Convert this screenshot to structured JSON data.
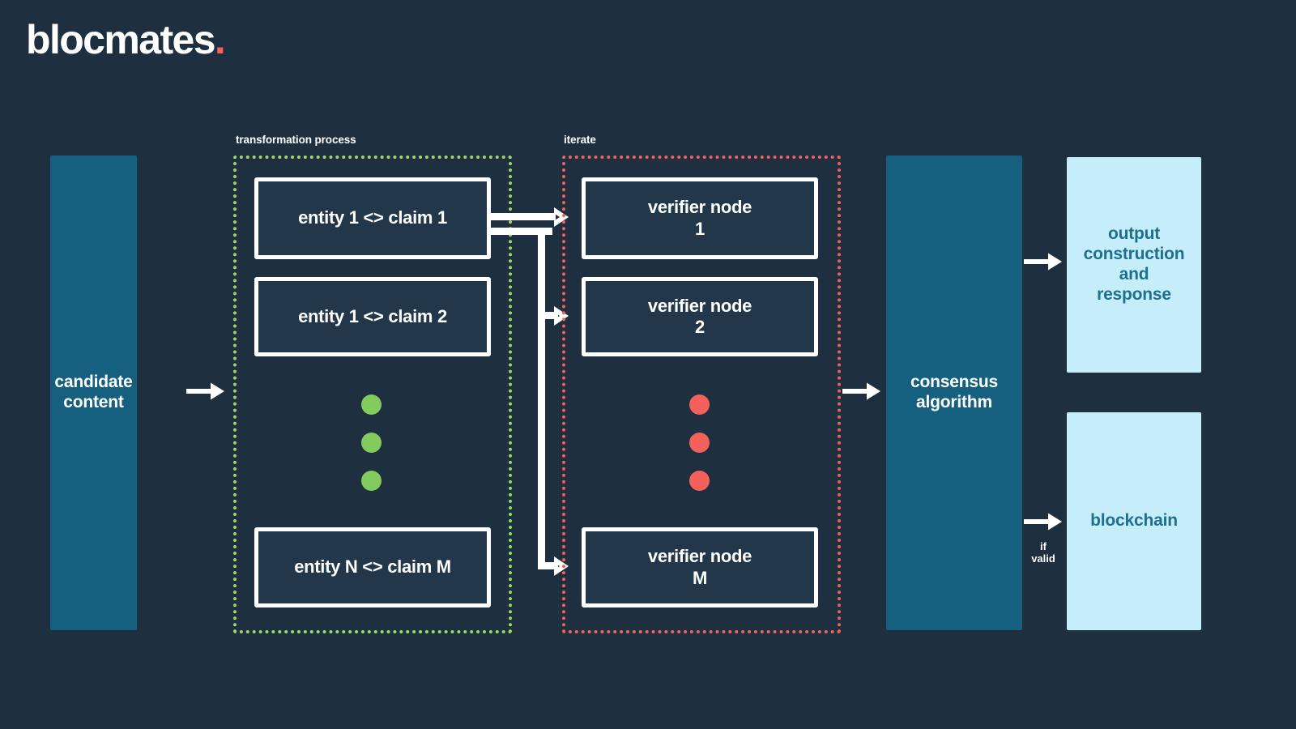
{
  "brand": {
    "name": "blocmates",
    "punctuation": ".",
    "name_color": "#ffffff",
    "accent_color": "#f4615c"
  },
  "theme": {
    "background": "#1e2f3f",
    "teal": "#16607f",
    "light_blue": "#c5edfa",
    "light_blue_text": "#1f6f8f",
    "green_accent": "#9ed868",
    "red_accent": "#f4615c",
    "stroke": "#ffffff"
  },
  "stages": {
    "input": {
      "label": "candidate\ncontent",
      "name": "candidate-content"
    },
    "transformation": {
      "group_label": "transformation process",
      "border_color": "#9ed868",
      "items": [
        {
          "label": "entity 1 <> claim 1"
        },
        {
          "label": "entity 1 <> claim 2"
        },
        {
          "label": "entity N <> claim M"
        }
      ],
      "ellipsis_dots": 3,
      "ellipsis_color": "#84cb5e"
    },
    "iterate": {
      "group_label": "iterate",
      "border_color": "#f4615c",
      "items": [
        {
          "label": "verifier node\n1"
        },
        {
          "label": "verifier node\n2"
        },
        {
          "label": "verifier node\nM"
        }
      ],
      "ellipsis_dots": 3,
      "ellipsis_color": "#f4615c"
    },
    "consensus": {
      "label": "consensus\nalgorithm",
      "name": "consensus-algorithm"
    },
    "outputs": [
      {
        "label": "output\nconstruction\nand\nresponse",
        "name": "output-construction-and-response",
        "edge_label": ""
      },
      {
        "label": "blockchain",
        "name": "blockchain",
        "edge_label": "if\nvalid"
      }
    ]
  },
  "edges": {
    "input_to_transformation": "arrow-right",
    "transformation_to_verifiers": "branching-connector",
    "iterate_to_consensus": "arrow-right",
    "consensus_to_output": "arrow-right",
    "consensus_to_blockchain": "arrow-right",
    "blockchain_condition": "if\nvalid"
  }
}
